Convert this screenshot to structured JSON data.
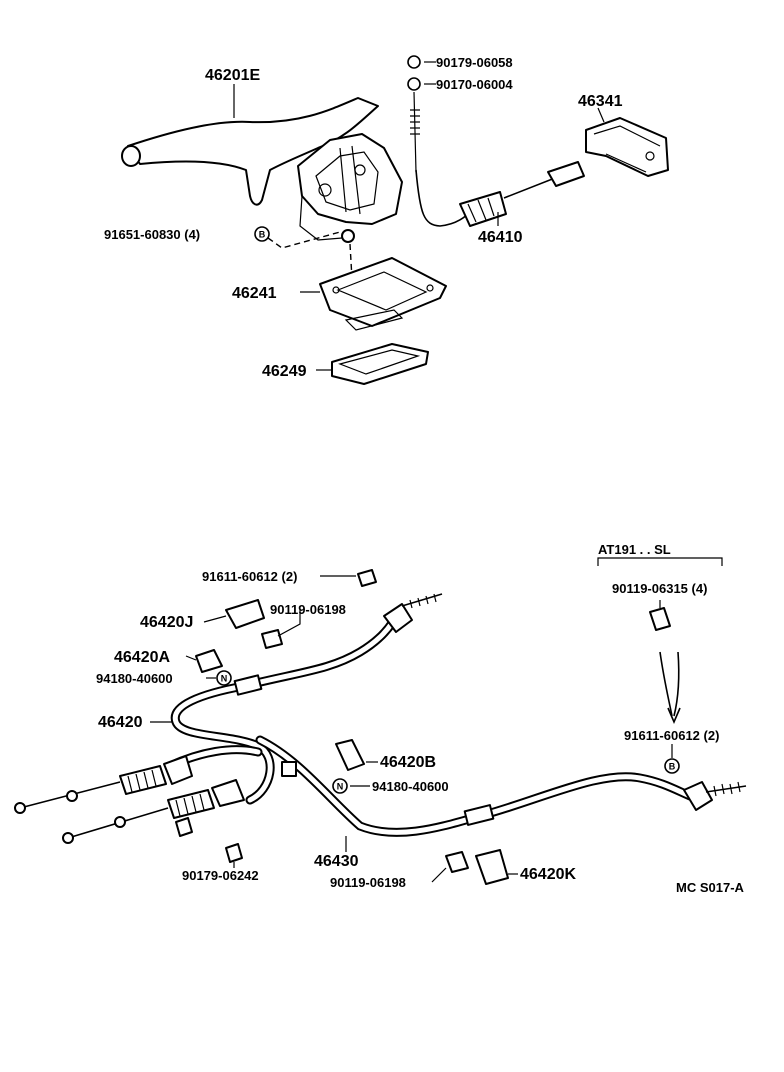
{
  "parts": {
    "p46201E": "46201E",
    "p90179_06058": "90179-06058",
    "p90170_06004": "90170-06004",
    "p46341": "46341",
    "p91651_60830": "91651-60830 (4)",
    "p46410": "46410",
    "p46241": "46241",
    "p46249": "46249",
    "p91611_60612_a": "91611-60612 (2)",
    "p46420J": "46420J",
    "p90119_06198_a": "90119-06198",
    "p46420A": "46420A",
    "p94180_40600_a": "94180-40600",
    "p46420": "46420",
    "p46420B": "46420B",
    "p94180_40600_b": "94180-40600",
    "p46430": "46430",
    "p90179_06242": "90179-06242",
    "p90119_06198_b": "90119-06198",
    "p46420K": "46420K",
    "pAT191": "AT191 . . SL",
    "p90119_06315": "90119-06315 (4)",
    "p91611_60612_b": "91611-60612 (2)",
    "code": "MC S017-A"
  },
  "symbols": {
    "b": "B",
    "n": "N"
  },
  "colors": {
    "ink": "#000000",
    "paper": "#ffffff"
  }
}
